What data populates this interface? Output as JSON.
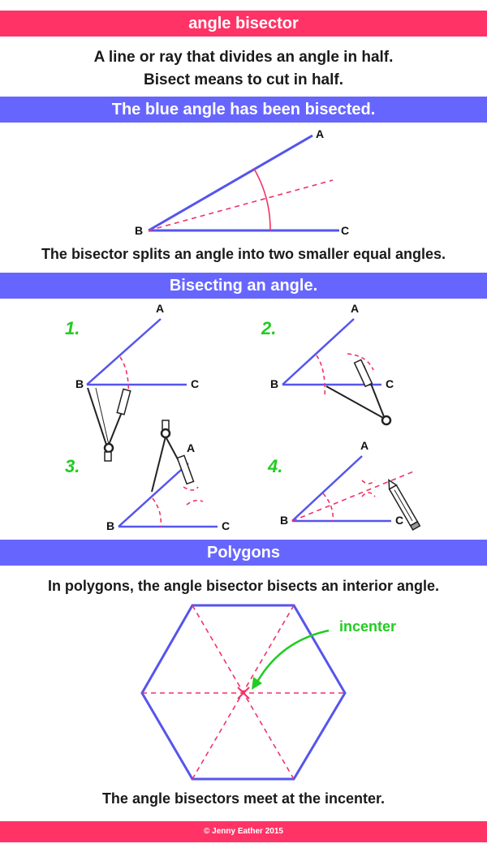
{
  "title": "angle bisector",
  "definition": {
    "line1": "A line or ray that divides an angle in half.",
    "line2": "Bisect means to cut in half."
  },
  "section1": {
    "heading": "The blue angle has been bisected.",
    "labels": {
      "a": "A",
      "b": "B",
      "c": "C"
    },
    "caption": "The bisector splits an angle into two smaller equal angles."
  },
  "section2": {
    "heading": "Bisecting an angle.",
    "steps": [
      {
        "num": "1.",
        "a": "A",
        "b": "B",
        "c": "C"
      },
      {
        "num": "2.",
        "a": "A",
        "b": "B",
        "c": "C"
      },
      {
        "num": "3.",
        "a": "A",
        "b": "B",
        "c": "C"
      },
      {
        "num": "4.",
        "a": "A",
        "b": "B",
        "c": "C"
      }
    ]
  },
  "section3": {
    "heading": "Polygons",
    "intro": "In polygons, the angle bisector bisects an interior angle.",
    "incenter_label": "incenter",
    "caption": "The angle bisectors meet at the incenter."
  },
  "footer": "© Jenny Eather 2015",
  "colors": {
    "pink": "#ff3366",
    "blue": "#6666ff",
    "line": "#5555ee",
    "dash": "#ee3366",
    "green": "#22cc22"
  }
}
